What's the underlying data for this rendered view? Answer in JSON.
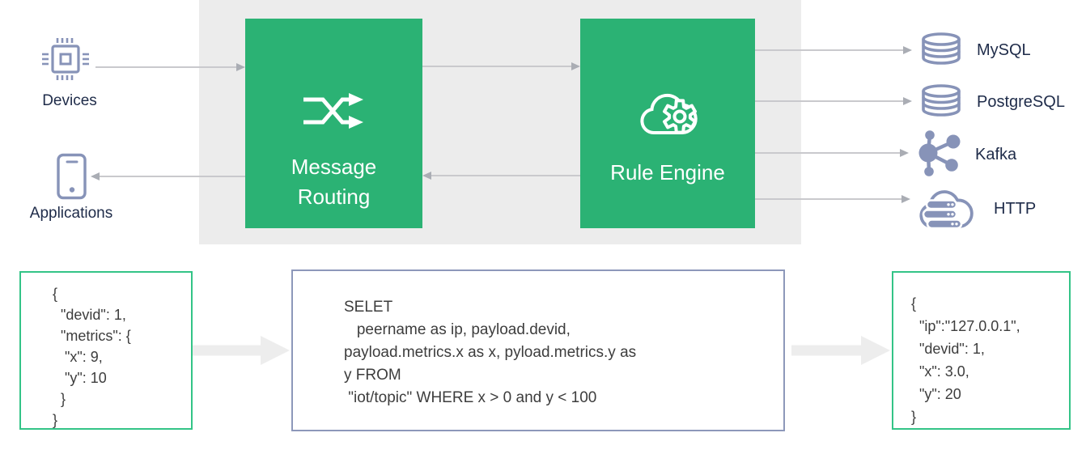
{
  "diagram": {
    "left": {
      "devices_label": "Devices",
      "applications_label": "Applications"
    },
    "pipeline": {
      "message_routing_label": "Message Routing",
      "rule_engine_label": "Rule Engine"
    },
    "sinks": [
      {
        "label": "MySQL",
        "icon": "database-icon"
      },
      {
        "label": "PostgreSQL",
        "icon": "database-icon"
      },
      {
        "label": "Kafka",
        "icon": "network-nodes-icon"
      },
      {
        "label": "HTTP",
        "icon": "cloud-servers-icon"
      }
    ],
    "code": {
      "input_message": "{\n  \"devid\": 1,\n  \"metrics\": {\n   \"x\": 9,\n   \"y\": 10\n  }\n}",
      "rule_sql": "SELET\n   peername as ip, payload.devid,\npayload.metrics.x as x, pyload.metrics.y as\ny FROM\n \"iot/topic\" WHERE x > 0 and y < 100",
      "output_message": "{\n  \"ip\":\"127.0.0.1\",\n  \"devid\": 1,\n  \"x\": 3.0,\n  \"y\": 20\n}"
    },
    "colors": {
      "node_green": "#2bb274",
      "panel_gray": "#ececec",
      "icon_blue": "#8793b8",
      "label_navy": "#1e2b49",
      "code_box_border_green": "#33c487",
      "code_box_border_blue": "#8d98ba",
      "code_text": "#3d3d3d",
      "thin_arrow": "#c9c9cd",
      "thick_arrow": "#ededed"
    }
  }
}
